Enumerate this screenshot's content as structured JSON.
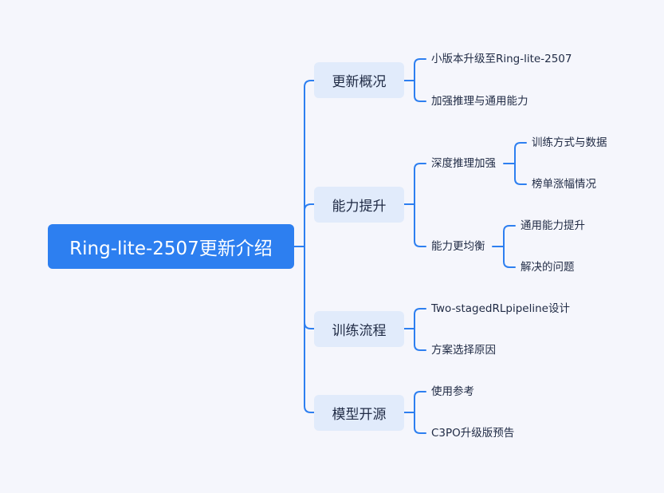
{
  "root": {
    "label": "Ring-lite-2507更新介绍"
  },
  "branches": [
    {
      "label": "更新概况",
      "items": [
        {
          "label": "小版本升级至Ring-lite-2507"
        },
        {
          "label": "加强推理与通用能力"
        }
      ]
    },
    {
      "label": "能力提升",
      "items": [
        {
          "label": "深度推理加强",
          "children": [
            {
              "label": "训练方式与数据"
            },
            {
              "label": "榜单涨幅情况"
            }
          ]
        },
        {
          "label": "能力更均衡",
          "children": [
            {
              "label": "通用能力提升"
            },
            {
              "label": "解决的问题"
            }
          ]
        }
      ]
    },
    {
      "label": "训练流程",
      "items": [
        {
          "label": "Two-stagedRLpipeline设计"
        },
        {
          "label": "方案选择原因"
        }
      ]
    },
    {
      "label": "模型开源",
      "items": [
        {
          "label": "使用参考"
        },
        {
          "label": "C3PO升级版预告"
        }
      ]
    }
  ],
  "colors": {
    "background": "#f5f6fc",
    "root_fill": "#2d7ff0",
    "branch_fill": "#e1ebfb",
    "connector": "#2d7ff0",
    "text": "#1f2a44"
  }
}
